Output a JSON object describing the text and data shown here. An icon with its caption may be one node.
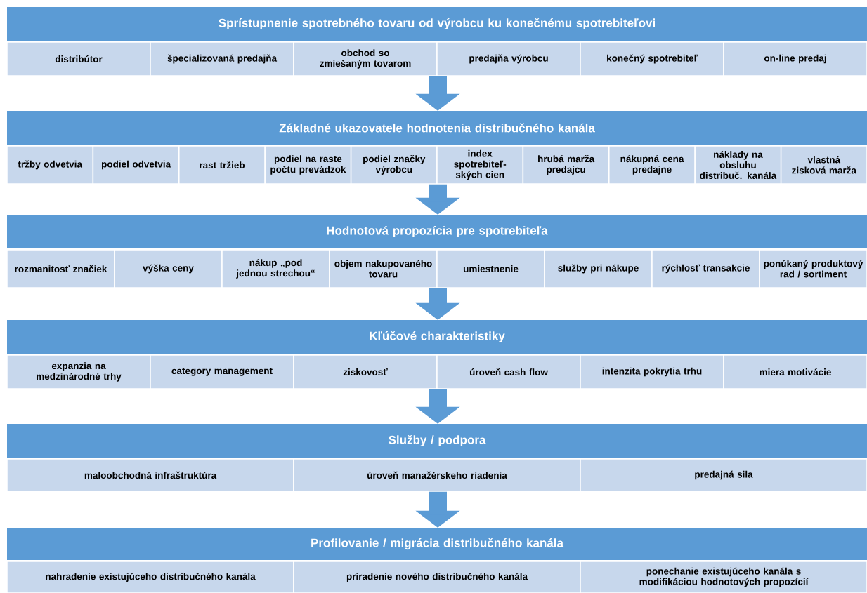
{
  "diagram": {
    "nodes": [
      {
        "text": [
          "Sprístupnenie spotrebného tovaru od výrobcu ku konečnému spotrebiteľovi"
        ]
      },
      {
        "text": [
          "distribútor"
        ]
      },
      {
        "text": [
          "špecializovaná predajňa"
        ]
      },
      {
        "text": [
          "obchod so zmiešaným tovarom"
        ]
      },
      {
        "text": [
          "predajňa výrobcu"
        ]
      },
      {
        "text": [
          "konečný spotrebiteľ"
        ]
      },
      {
        "text": [
          "on-line predaj"
        ]
      },
      {
        "text": [
          "Základné ukazovatele hodnotenia distribučného kanála"
        ]
      },
      {
        "text": [
          "tržby odvetvia"
        ]
      },
      {
        "text": [
          "podiel odvetvia"
        ]
      },
      {
        "text": [
          "rast tržieb"
        ]
      },
      {
        "text": [
          "podiel na raste počtu prevádzok"
        ]
      },
      {
        "text": [
          "podiel značky výrobcu"
        ]
      },
      {
        "text": [
          "index spotrebiteľ-ských cien"
        ]
      },
      {
        "text": [
          "hrubá marža predajcu"
        ]
      },
      {
        "text": [
          "nákupná cena predajne"
        ]
      },
      {
        "text": [
          "náklady na obsluhu distribuč. kanála"
        ]
      },
      {
        "text": [
          "vlastná zisková marža"
        ]
      },
      {
        "text": [
          "Hodnotová propozícia pre spotrebiteľa"
        ]
      },
      {
        "text": [
          "rozmanitosť značiek"
        ]
      },
      {
        "text": [
          "výška ceny"
        ]
      },
      {
        "text": [
          "nákup „pod jednou strechou“"
        ]
      },
      {
        "text": [
          "objem nakupovaného tovaru"
        ]
      },
      {
        "text": [
          "umiestnenie"
        ]
      },
      {
        "text": [
          "služby pri nákupe"
        ]
      },
      {
        "text": [
          "rýchlosť transakcie"
        ]
      },
      {
        "text": [
          "ponúkaný produktový rad / sortiment"
        ]
      },
      {
        "text": [
          "Kľúčové charakteristiky"
        ]
      },
      {
        "text": [
          "expanzia na medzinárodné trhy"
        ]
      },
      {
        "text": [
          "category management"
        ]
      },
      {
        "text": [
          "ziskovosť"
        ]
      },
      {
        "text": [
          "úroveň cash flow"
        ]
      },
      {
        "text": [
          "intenzita pokrytia trhu"
        ]
      },
      {
        "text": [
          "miera motivácie"
        ]
      },
      {
        "text": [
          "Služby / podpora"
        ]
      },
      {
        "text": [
          "maloobchodná infraštruktúra"
        ]
      },
      {
        "text": [
          "úroveň manažérskeho riadenia"
        ]
      },
      {
        "text": [
          "predajná sila"
        ]
      },
      {
        "text": [
          "Profilovanie / migrácia distribučného kanála"
        ]
      },
      {
        "text": [
          "nahradenie existujúceho distribučného kanála"
        ]
      },
      {
        "text": [
          "priradenie nového distribučného kanála"
        ]
      },
      {
        "text": [
          "ponechanie existujúceho kanála s modifikáciou hodnotových propozícií"
        ]
      }
    ],
    "edges": [
      {
        "from": 4,
        "to": 7,
        "arrow": "to"
      },
      {
        "from": 12,
        "to": 18,
        "arrow": "to"
      },
      {
        "from": 23,
        "to": 27,
        "arrow": "to"
      },
      {
        "from": 31,
        "to": 34,
        "arrow": "to"
      },
      {
        "from": 36,
        "to": 38,
        "arrow": "to"
      }
    ]
  }
}
